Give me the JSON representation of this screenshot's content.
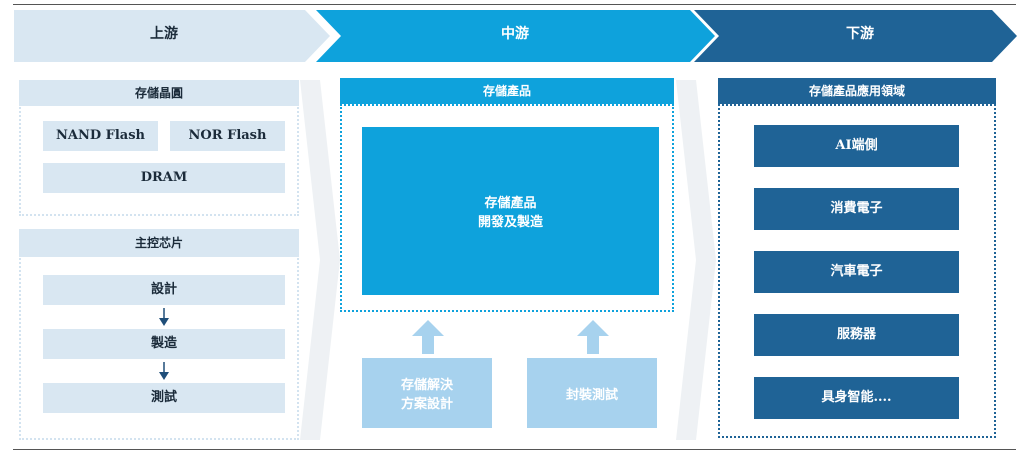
{
  "colors": {
    "upstream": "#d9e7f2",
    "midstream": "#0ea2dc",
    "midstream_light": "#a7d2ee",
    "downstream": "#1f6396",
    "bg_chevron": "#f0f2f4"
  },
  "stages": {
    "upstream": "上游",
    "midstream": "中游",
    "downstream": "下游"
  },
  "upstream": {
    "wafer_title": "存儲晶圓",
    "wafer_items": [
      "NAND Flash",
      "NOR Flash",
      "DRAM"
    ],
    "controller_title": "主控芯片",
    "controller_steps": [
      "設計",
      "製造",
      "測試"
    ]
  },
  "midstream": {
    "title": "存儲產品",
    "core_line1": "存儲產品",
    "core_line2": "開發及製造",
    "solution_line1": "存儲解決",
    "solution_line2": "方案設計",
    "packaging": "封裝測試"
  },
  "downstream": {
    "title": "存儲產品應用領域",
    "items": [
      "AI端側",
      "消費電子",
      "汽車電子",
      "服務器",
      "具身智能...."
    ]
  }
}
